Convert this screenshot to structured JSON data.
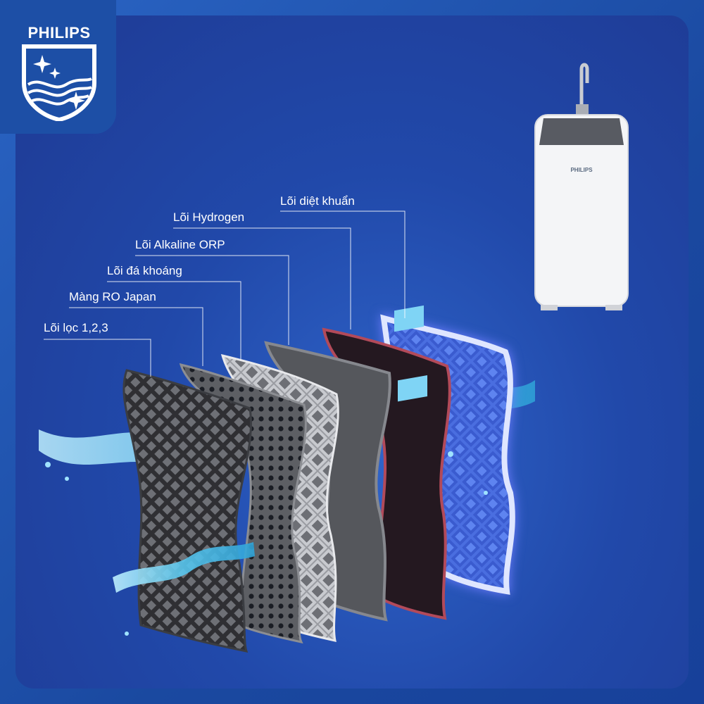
{
  "brand": {
    "logo_text": "PHILIPS",
    "product_brand": "PHILIPS"
  },
  "labels": [
    {
      "id": "filter-123",
      "text": "Lõi lọc 1,2,3"
    },
    {
      "id": "ro-japan",
      "text": "Màng RO Japan"
    },
    {
      "id": "mineral",
      "text": "Lõi đá khoáng"
    },
    {
      "id": "alkaline",
      "text": "Lõi Alkaline ORP"
    },
    {
      "id": "hydrogen",
      "text": "Lõi Hydrogen"
    },
    {
      "id": "antibacterial",
      "text": "Lõi diệt khuẩn"
    }
  ],
  "colors": {
    "frame_blue": "#1d4fa6",
    "panel_blue": "#2149aa",
    "water": "#7fd4f5",
    "antibacterial_glow": "#6f7dff",
    "hydrogen_edge": "#b24a5a"
  }
}
